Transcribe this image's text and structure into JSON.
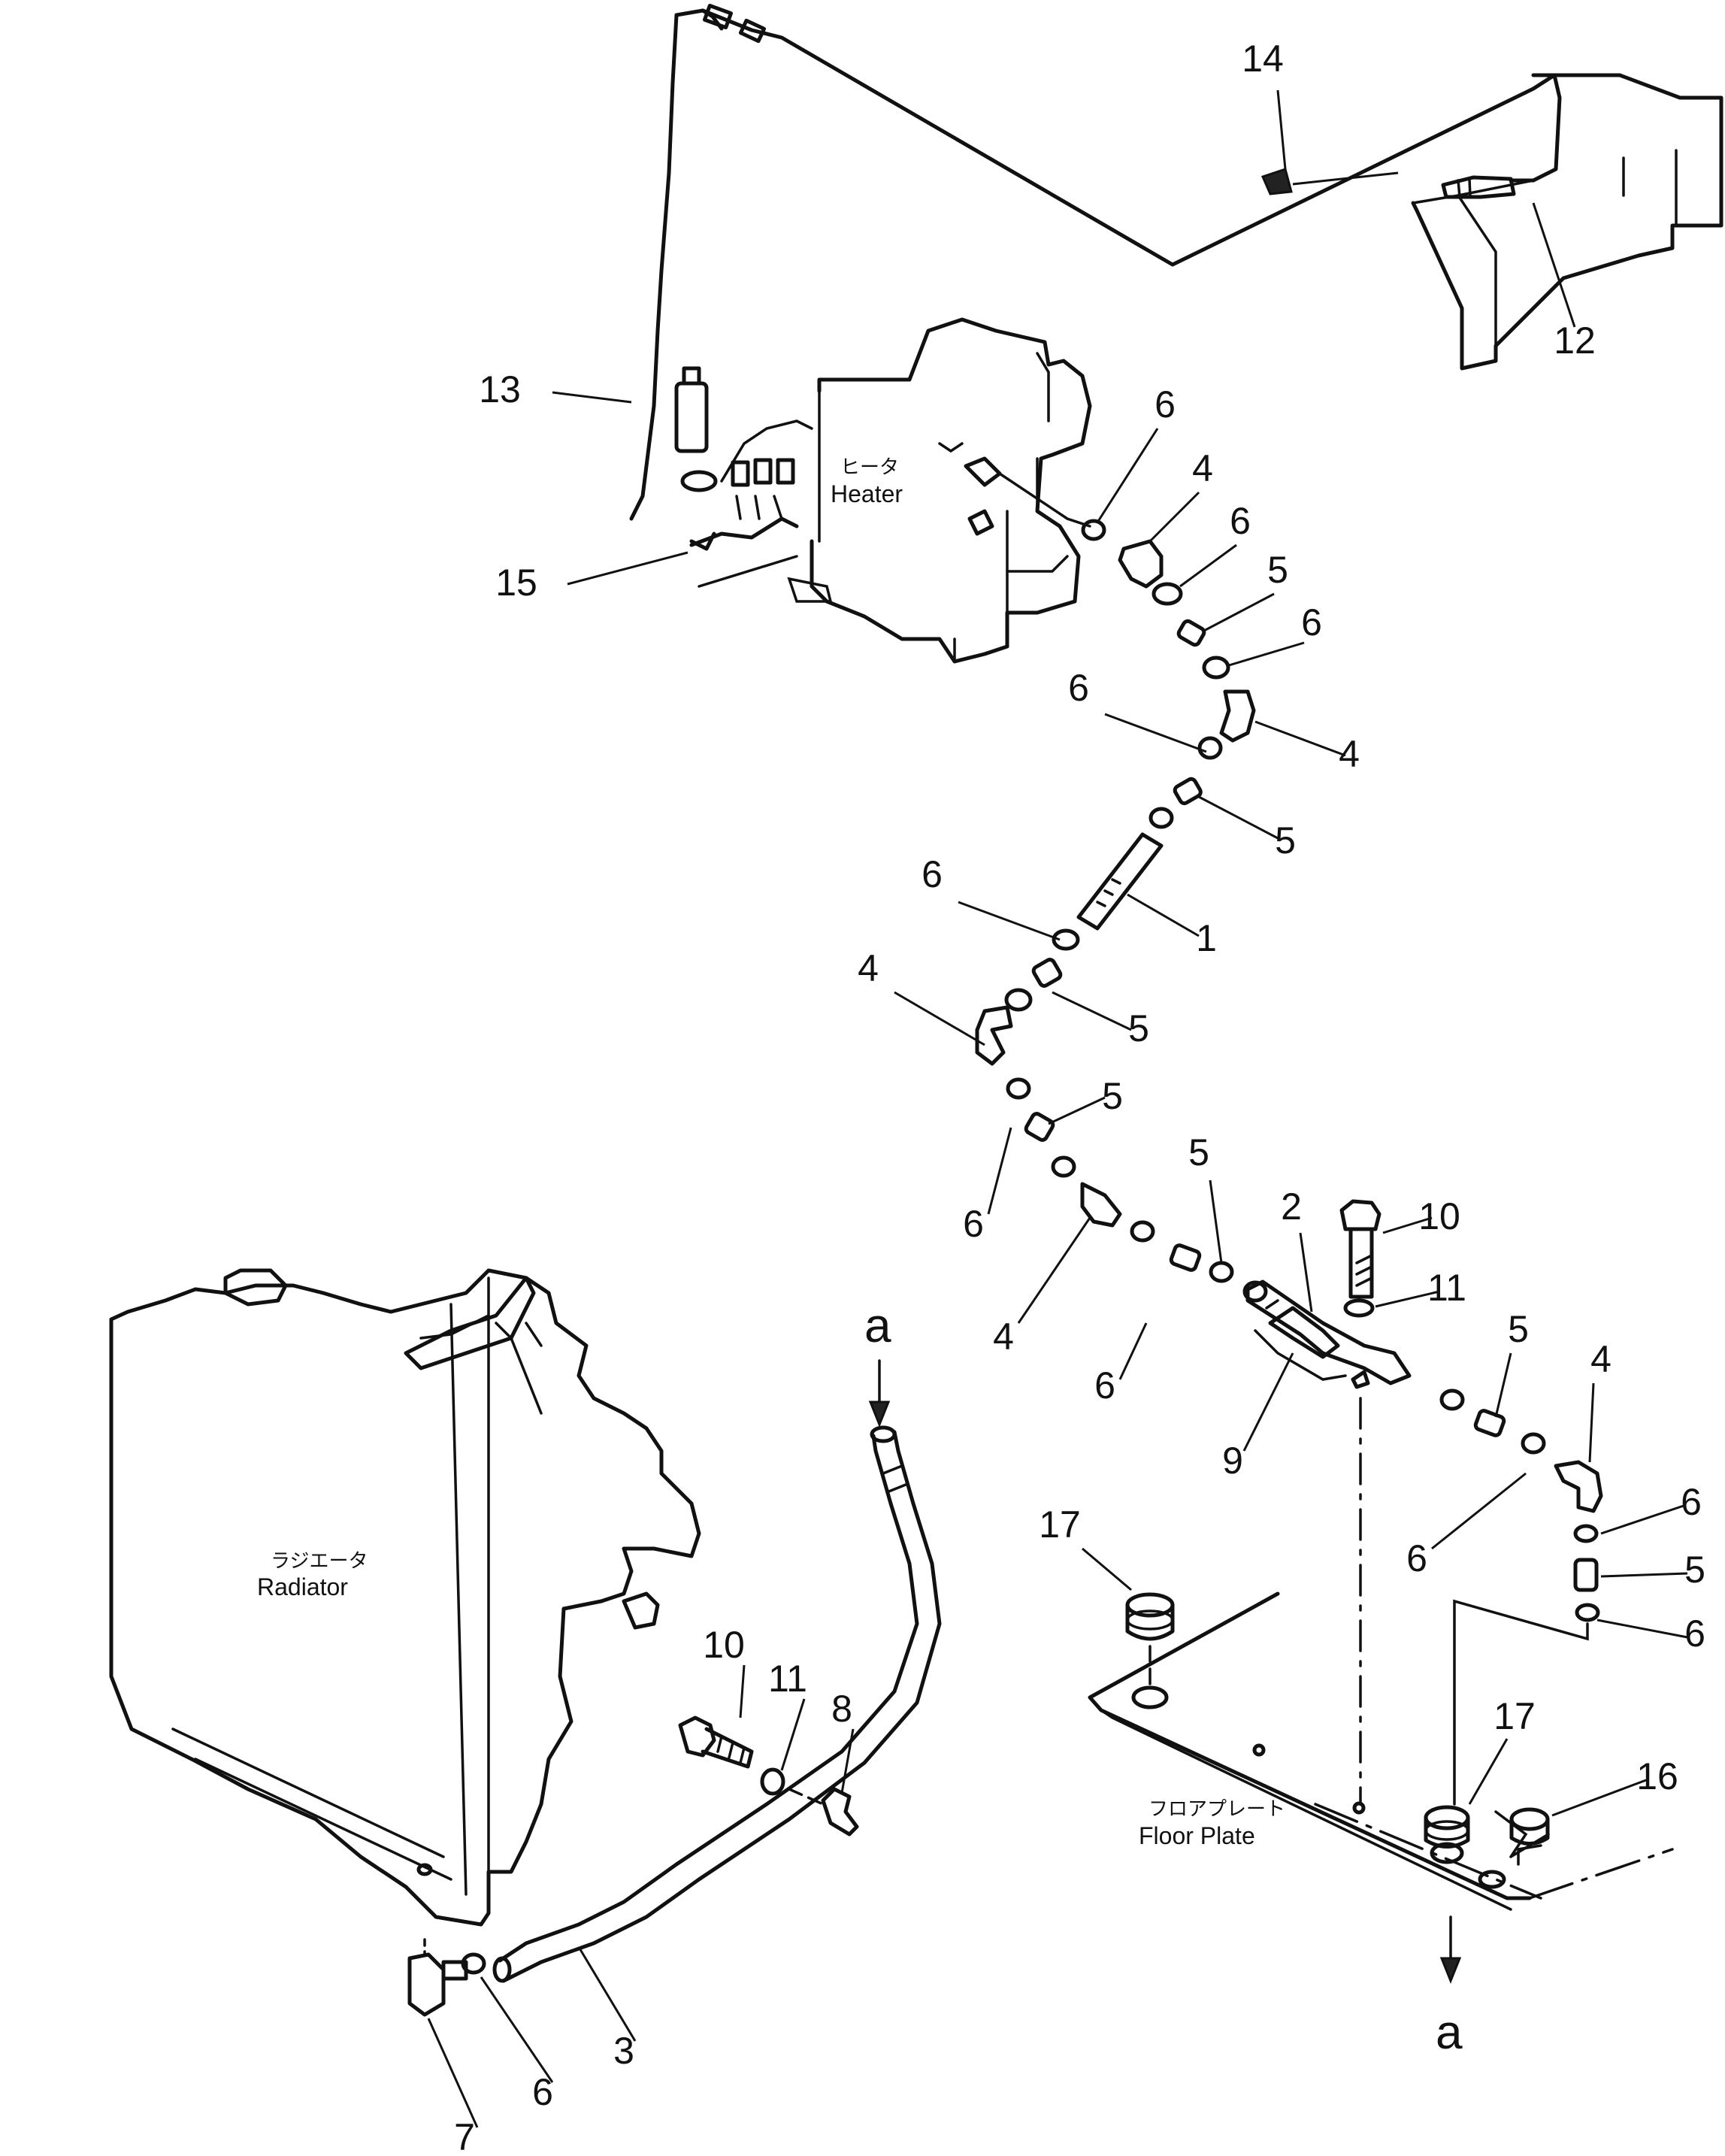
{
  "labels": {
    "heater_jp": "ヒータ",
    "heater_en": "Heater",
    "radiator_jp": "ラジエータ",
    "radiator_en": "Radiator",
    "floor_plate_jp": "フロアプレート",
    "floor_plate_en": "Floor  Plate",
    "flow_ref": "a"
  },
  "part_numbers": [
    {
      "id": "c1",
      "text": "14"
    },
    {
      "id": "c2",
      "text": "12"
    },
    {
      "id": "c3",
      "text": "13"
    },
    {
      "id": "c4",
      "text": "15"
    },
    {
      "id": "c5",
      "text": "6"
    },
    {
      "id": "c6",
      "text": "4"
    },
    {
      "id": "c7",
      "text": "6"
    },
    {
      "id": "c8",
      "text": "5"
    },
    {
      "id": "c9",
      "text": "6"
    },
    {
      "id": "c10",
      "text": "6"
    },
    {
      "id": "c11",
      "text": "4"
    },
    {
      "id": "c12",
      "text": "5"
    },
    {
      "id": "c13",
      "text": "1"
    },
    {
      "id": "c14",
      "text": "6"
    },
    {
      "id": "c15",
      "text": "4"
    },
    {
      "id": "c16",
      "text": "5"
    },
    {
      "id": "c17",
      "text": "5"
    },
    {
      "id": "c18",
      "text": "6"
    },
    {
      "id": "c19",
      "text": "4"
    },
    {
      "id": "c20",
      "text": "5"
    },
    {
      "id": "c21",
      "text": "6"
    },
    {
      "id": "c22",
      "text": "2"
    },
    {
      "id": "c23",
      "text": "10"
    },
    {
      "id": "c24",
      "text": "11"
    },
    {
      "id": "c25",
      "text": "9"
    },
    {
      "id": "c26",
      "text": "5"
    },
    {
      "id": "c27",
      "text": "4"
    },
    {
      "id": "c28",
      "text": "6"
    },
    {
      "id": "c29",
      "text": "6"
    },
    {
      "id": "c30",
      "text": "5"
    },
    {
      "id": "c31",
      "text": "6"
    },
    {
      "id": "c32",
      "text": "17"
    },
    {
      "id": "c33",
      "text": "17"
    },
    {
      "id": "c34",
      "text": "16"
    },
    {
      "id": "c35",
      "text": "10"
    },
    {
      "id": "c36",
      "text": "11"
    },
    {
      "id": "c37",
      "text": "8"
    },
    {
      "id": "c38",
      "text": "3"
    },
    {
      "id": "c39",
      "text": "6"
    },
    {
      "id": "c40",
      "text": "7"
    }
  ]
}
